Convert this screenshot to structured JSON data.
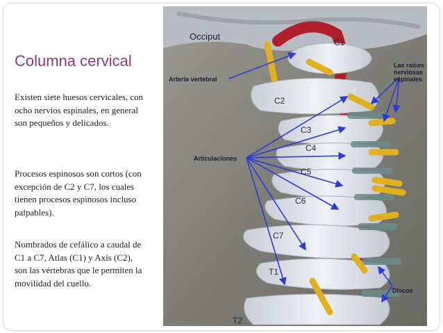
{
  "slide": {
    "title": "Columna cervical",
    "paragraphs": [
      "Existen siete huesos cervicales, con ocho nervios espinales, en general son pequeños y delicados.",
      "Procesos espinosos son cortos (con excepción de C2 y C7, los cuales tienen procesos espinosos incluso palpables).",
      "Nombrados de cefálico a caudal de C1 a C7, Atlas (C1) y Axis (C2), son las vértebras que le permiten la movilidad del cuello."
    ]
  },
  "figure": {
    "labels": {
      "occiput": "Occiput",
      "arteria": "Arteria vertebral",
      "raices_1": "Las raíces",
      "raices_2": "nerviosas",
      "raices_3": "espinales",
      "articulaciones": "Articulaciones",
      "discos": "Discos",
      "c1": "C1",
      "c2": "C2",
      "c3": "C3",
      "c4": "C4",
      "c5": "C5",
      "c6": "C6",
      "c7": "C7",
      "t1": "T1",
      "t2": "T2"
    },
    "colors": {
      "title": "#8b3a7a",
      "arrows": "#2b3bd6",
      "bone": "#dfe3ea",
      "artery": "#b0202a",
      "nerve": "#e0b020",
      "background": "#8a8a80"
    }
  }
}
